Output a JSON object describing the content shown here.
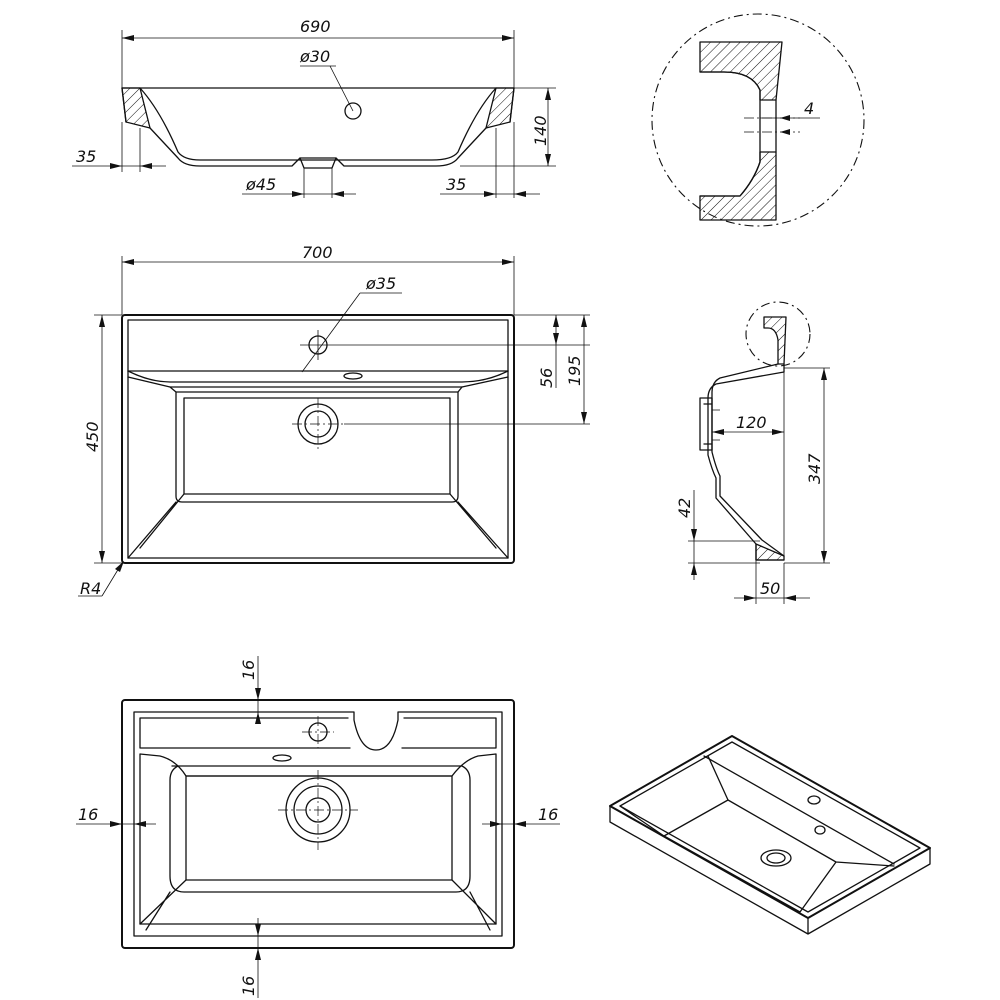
{
  "views": {
    "front_section": {
      "dim_width": "690",
      "dim_overflow_hole": "ø30",
      "dim_height": "140",
      "dim_left_offset": "35",
      "dim_drain": "ø45",
      "dim_right_offset": "35"
    },
    "detail": {
      "dim_gap": "4"
    },
    "top_view": {
      "dim_width": "700",
      "dim_tap_hole": "ø35",
      "dim_depth": "450",
      "dim_tap_offset": "56",
      "dim_drain_offset": "195",
      "dim_corner_radius": "R4"
    },
    "side_section": {
      "dim_overflow_depth": "120",
      "dim_height": "347",
      "dim_bottom": "42",
      "dim_rim": "50"
    },
    "bottom_view": {
      "dim_top": "16",
      "dim_left": "16",
      "dim_right": "16",
      "dim_bottom": "16"
    }
  }
}
